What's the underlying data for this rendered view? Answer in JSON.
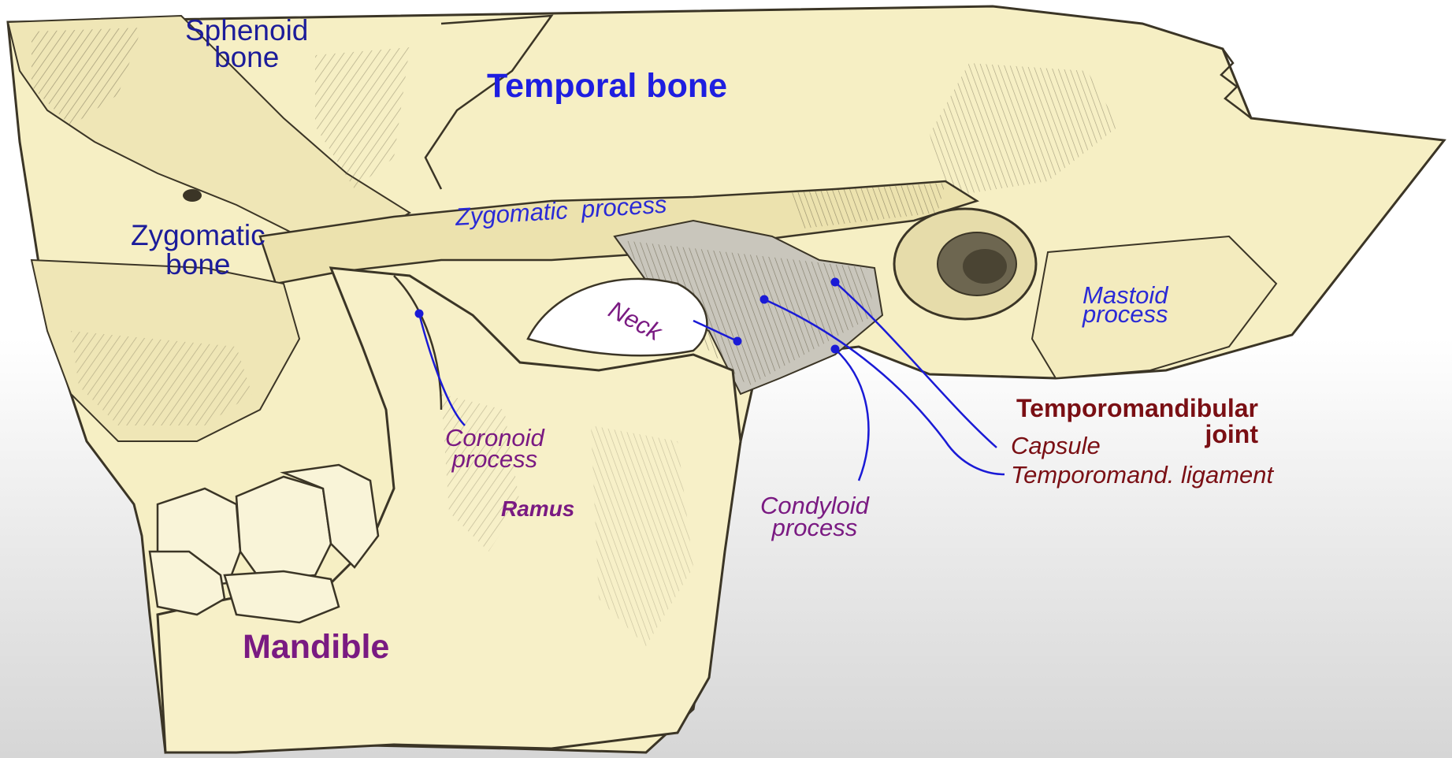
{
  "labels": {
    "sphenoid_bone": "Sphenoid\nbone",
    "temporal_bone": "Temporal bone",
    "zygomatic_bone": "Zygomatic\nbone",
    "zygomatic_process": "Zygomatic  process",
    "neck": "Neck",
    "mastoid_process": "Mastoid\nprocess",
    "tmj_title": "Temporomandibular\njoint",
    "capsule": "Capsule",
    "temporomand_ligament": "Temporomand. ligament",
    "coronoid_process": "Coronoid\nprocess",
    "ramus": "Ramus",
    "condyloid_process": "Condyloid\nprocess",
    "mandible": "Mandible"
  },
  "colors": {
    "bone_fill": "#f6efc4",
    "bone_shade": "#d9d0a0",
    "line_dark": "#3b3526",
    "leader_blue": "#1a1ad6",
    "label_blue": "#1c1c9a",
    "label_purple": "#7a1a82",
    "label_maroon": "#7a0f14"
  }
}
